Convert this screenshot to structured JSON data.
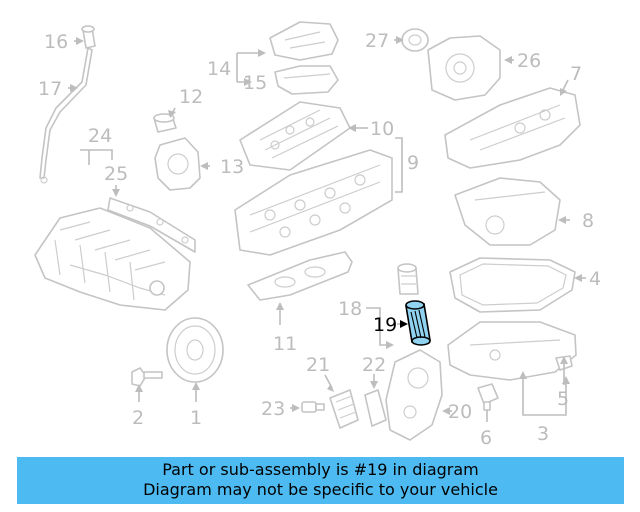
{
  "diagram": {
    "highlight_color": "#8fd3f0",
    "callouts": [
      "1",
      "2",
      "3",
      "4",
      "5",
      "6",
      "7",
      "8",
      "9",
      "10",
      "11",
      "12",
      "13",
      "14",
      "15",
      "16",
      "17",
      "18",
      "19",
      "20",
      "21",
      "22",
      "23",
      "24",
      "25",
      "26",
      "27"
    ],
    "highlighted_callout": "19"
  },
  "banner": {
    "color": "#4dbbf2",
    "line1": "Part or sub-assembly is #19 in diagram",
    "line2": "Diagram may not be specific to your vehicle"
  }
}
